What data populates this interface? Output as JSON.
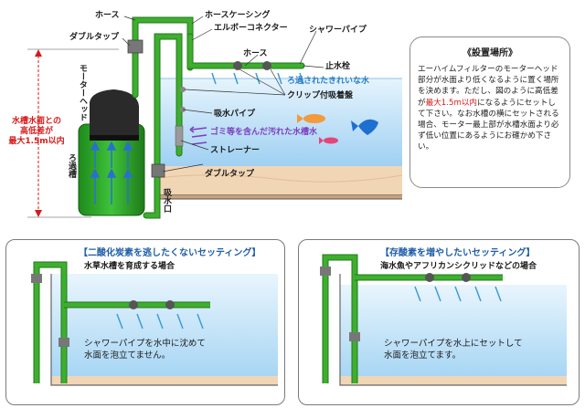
{
  "labels": {
    "hose": "ホース",
    "hose_casing": "ホースケーシング",
    "double_tap_top": "ダブルタップ",
    "elbow_connector": "エルボーコネクター",
    "shower_pipe": "シャワーパイプ",
    "hose2": "ホース",
    "stop_faucet": "止水栓",
    "motor_head": "モーターヘッド",
    "filtered_water": "ろ過されたきれいな水",
    "clip_suction": "クリップ付吸着盤",
    "intake_pipe": "吸水パイプ",
    "dirty_water": "ゴミ等を含んだ汚れた水槽水",
    "strainer": "ストレーナー",
    "double_tap_bottom": "ダブルタップ",
    "filter_tank": "ろ過槽",
    "intake_port": "吸水口"
  },
  "height_note": {
    "line1": "水槽水面との",
    "line2": "高低差が",
    "line3": "最大1.5m以内"
  },
  "note": {
    "title": "《設置場所》",
    "p1": "エーハイムフィルターのモーターヘッド部分が水面より低くなるように置く場所を決めます。ただし、図のように高低差が",
    "p1_red": "最大1.5m以内",
    "p2": "になるようにセットして下さい。なお水槽の横にセットされる場合、モーター最上部が水槽水面より必ず低い位置にあるようにお確かめ下さい。"
  },
  "panel_left": {
    "title": "【二酸化炭素を逃したくないセッティング】",
    "subtitle": "水草水槽を育成する場合",
    "body1": "シャワーパイプを水中に沈めて",
    "body2": "水面を泡立てません。"
  },
  "panel_right": {
    "title": "【存酸素を増やしたいセッティング】",
    "subtitle": "海水魚やアフリカンシクリッドなどの場合",
    "body1": "シャワーパイプを水上にセットして",
    "body2": "水面を泡立てます。"
  },
  "colors": {
    "pipe_green": "#3fae2f",
    "pipe_dark": "#1f7a1a",
    "water_blue": "#cfe9fb",
    "water_deep": "#9fd0f2",
    "sand": "#f1d6b6",
    "red": "#d51a1a",
    "title_blue": "#1f5ea8",
    "purple": "#7b3fbf"
  }
}
